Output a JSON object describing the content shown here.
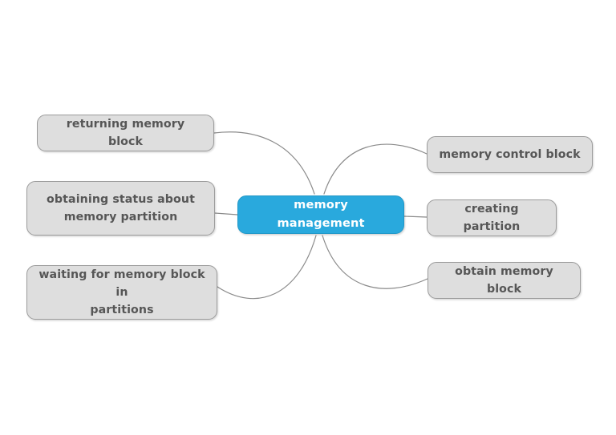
{
  "diagram": {
    "type": "mind-map",
    "background_color": "#ffffff",
    "root": {
      "id": "memory-management",
      "label": "memory management",
      "fill_color": "#29a9dd",
      "border_color": "#2298c7",
      "text_color": "#ffffff"
    },
    "branch_style": {
      "fill_color": "#dedede",
      "border_color": "#9b9b9b",
      "text_color": "#565656"
    },
    "connector_style": {
      "stroke_color": "#8a8a8a",
      "stroke_width": 1.2
    },
    "branches": [
      {
        "id": "returning-memory-block",
        "label": "returning memory block",
        "side": "left"
      },
      {
        "id": "obtaining-status",
        "label": "obtaining status about\nmemory partition",
        "side": "left"
      },
      {
        "id": "waiting-memory-block",
        "label": "waiting for memory block in\npartitions",
        "side": "left"
      },
      {
        "id": "memory-control-block",
        "label": "memory control block",
        "side": "right"
      },
      {
        "id": "creating-partition",
        "label": "creating partition",
        "side": "right"
      },
      {
        "id": "obtain-memory-block",
        "label": "obtain memory block",
        "side": "right"
      }
    ]
  }
}
